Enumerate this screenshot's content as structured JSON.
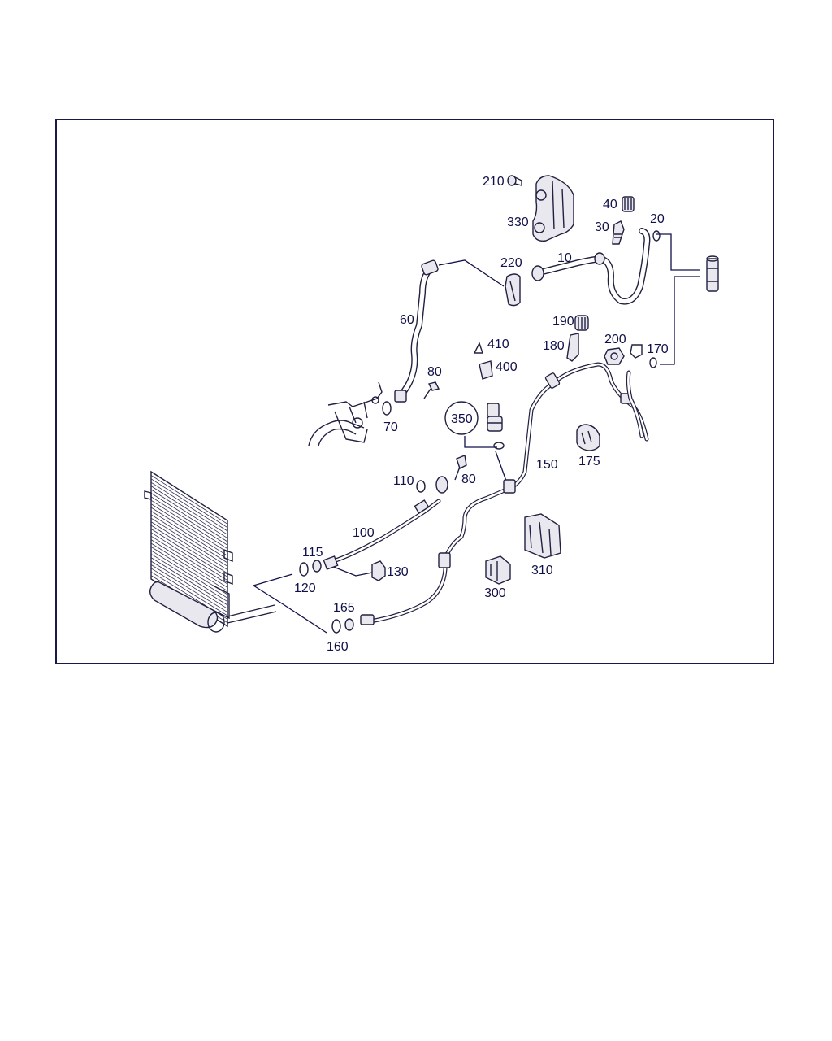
{
  "diagram": {
    "callouts": {
      "c10": "10",
      "c20": "20",
      "c30": "30",
      "c40": "40",
      "c60": "60",
      "c70": "70",
      "c80a": "80",
      "c80b": "80",
      "c100": "100",
      "c110": "110",
      "c115": "115",
      "c120": "120",
      "c130": "130",
      "c150": "150",
      "c160": "160",
      "c165": "165",
      "c170": "170",
      "c175": "175",
      "c180": "180",
      "c190": "190",
      "c200": "200",
      "c210": "210",
      "c220": "220",
      "c300": "300",
      "c310": "310",
      "c330": "330",
      "c350": "350",
      "c400": "400",
      "c410": "410"
    },
    "colors": {
      "frame": "#1a1a4a",
      "ink": "#10104a",
      "background": "#ffffff"
    }
  }
}
